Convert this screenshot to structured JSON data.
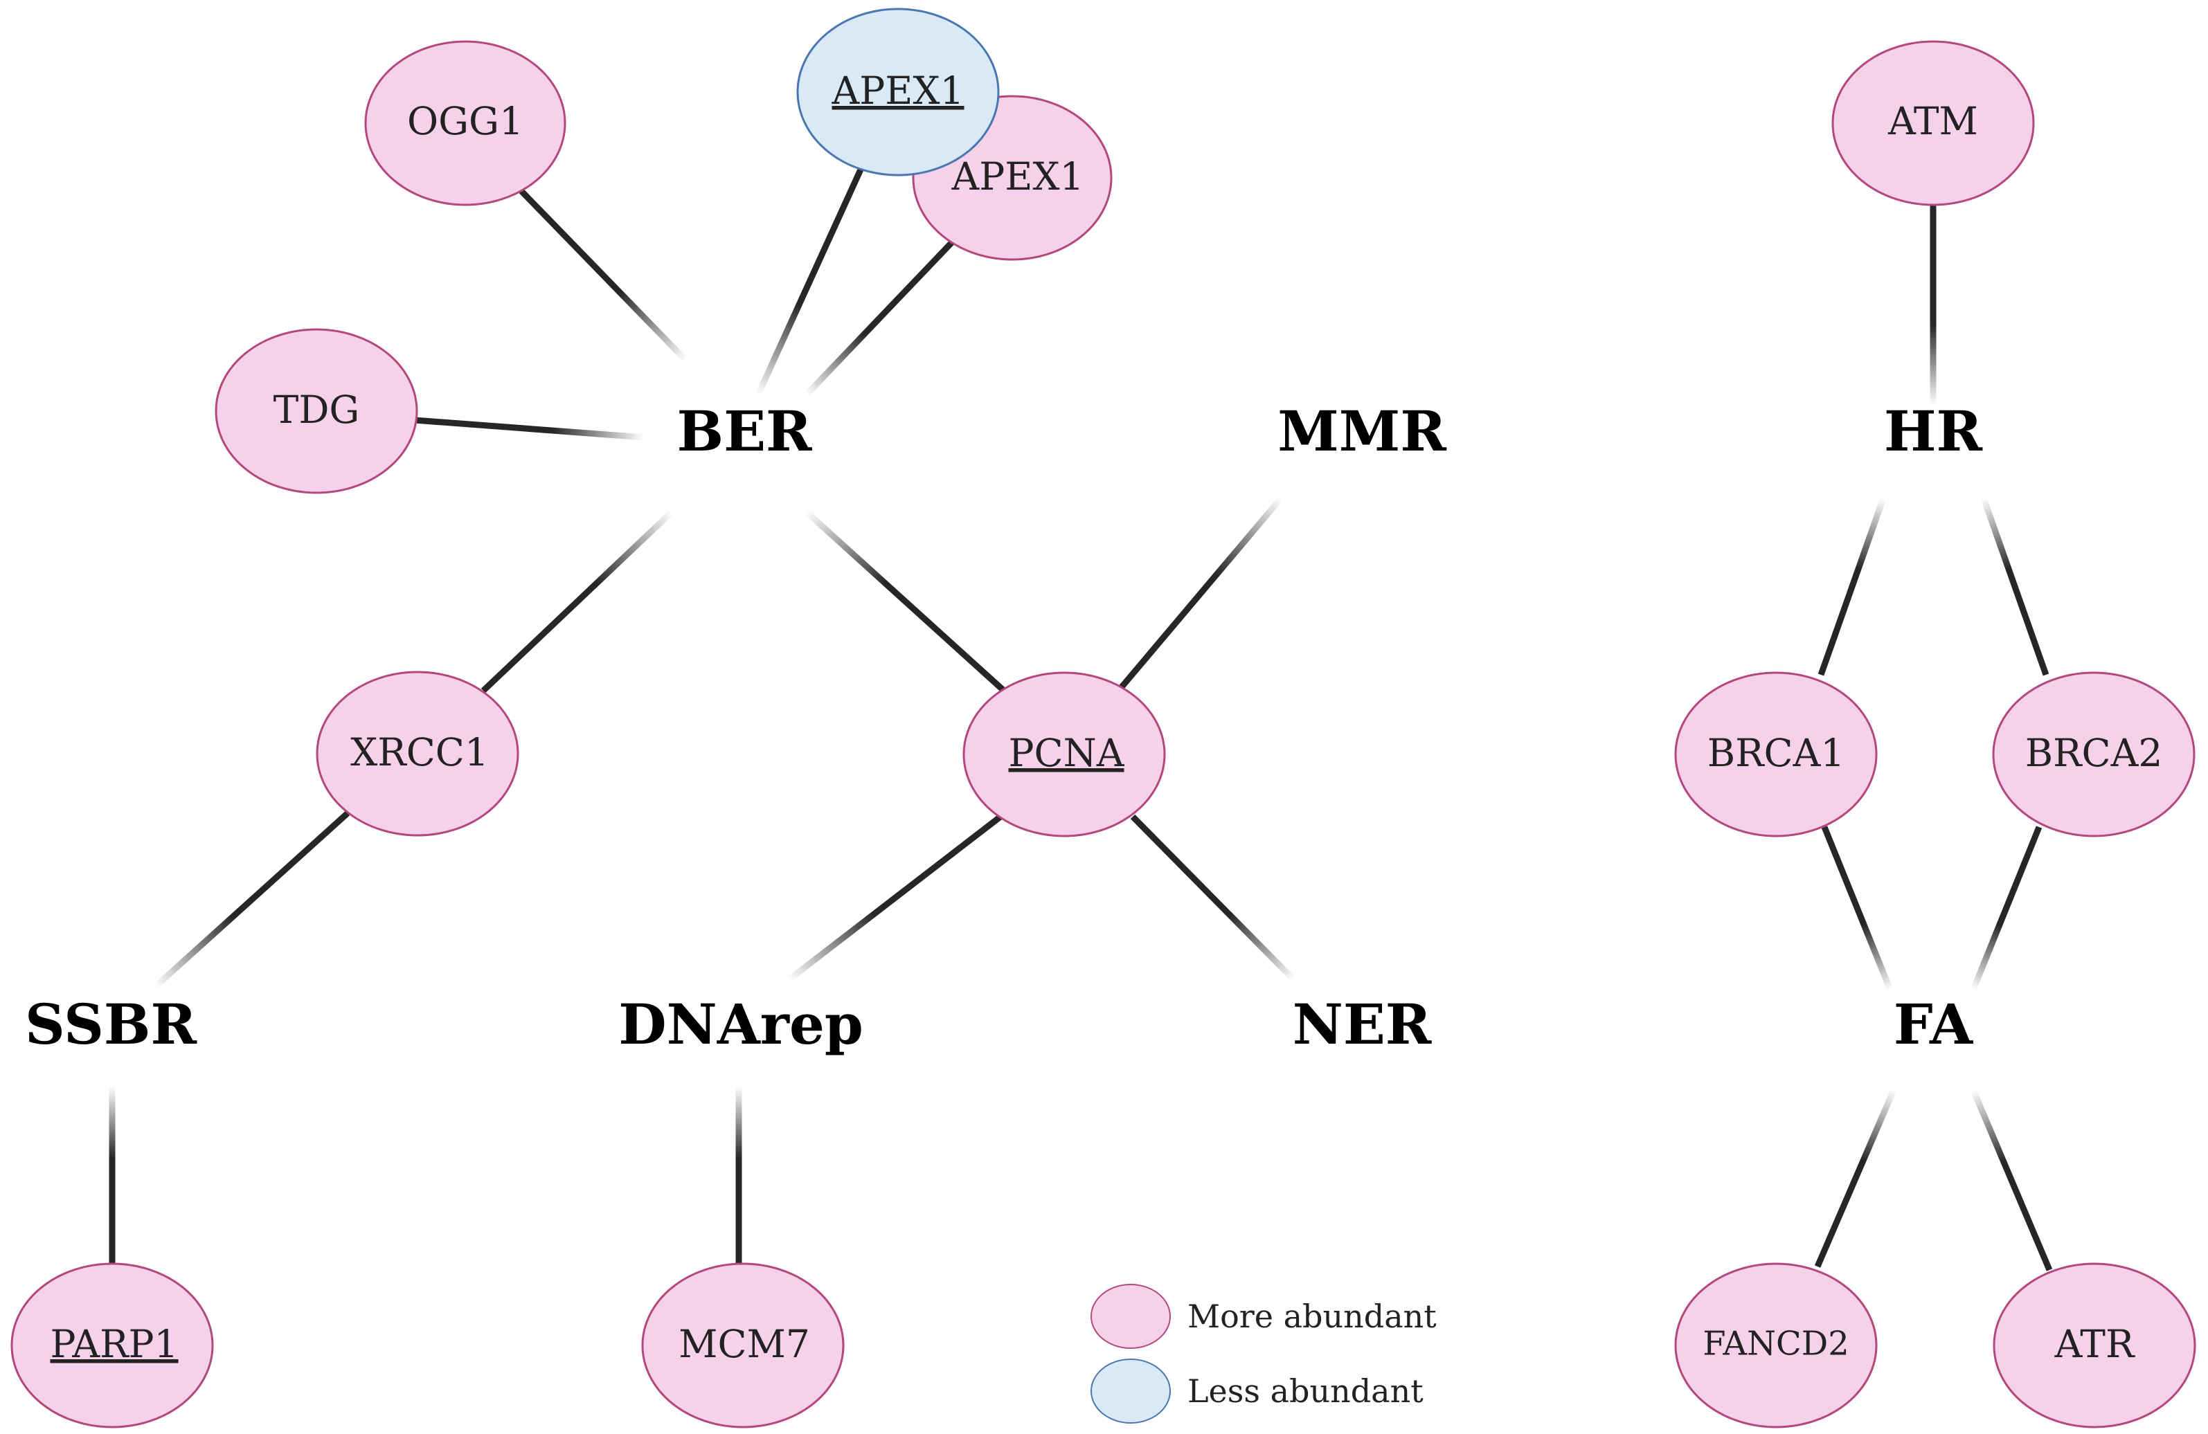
{
  "colors": {
    "more_fill": "#f6d2ea",
    "more_stroke": "#b4477e",
    "less_fill": "#d9e9f6",
    "less_stroke": "#4a77b0",
    "edge": "#262626"
  },
  "pathways": {
    "ber": "BER",
    "mmr": "MMR",
    "hr": "HR",
    "ssbr": "SSBR",
    "dnarep": "DNArep",
    "ner": "NER",
    "fa": "FA"
  },
  "proteins": {
    "ogg1": "OGG1",
    "apex1_less": "APEX1",
    "apex1_more": "APEX1",
    "tdg": "TDG",
    "xrcc1": "XRCC1",
    "pcna": "PCNA",
    "parp1": "PARP1",
    "mcm7": "MCM7",
    "atm": "ATM",
    "brca1": "BRCA1",
    "brca2": "BRCA2",
    "fancd2": "FANCD2",
    "atr": "ATR"
  },
  "legend": {
    "more": "More abundant",
    "less": "Less abundant"
  }
}
